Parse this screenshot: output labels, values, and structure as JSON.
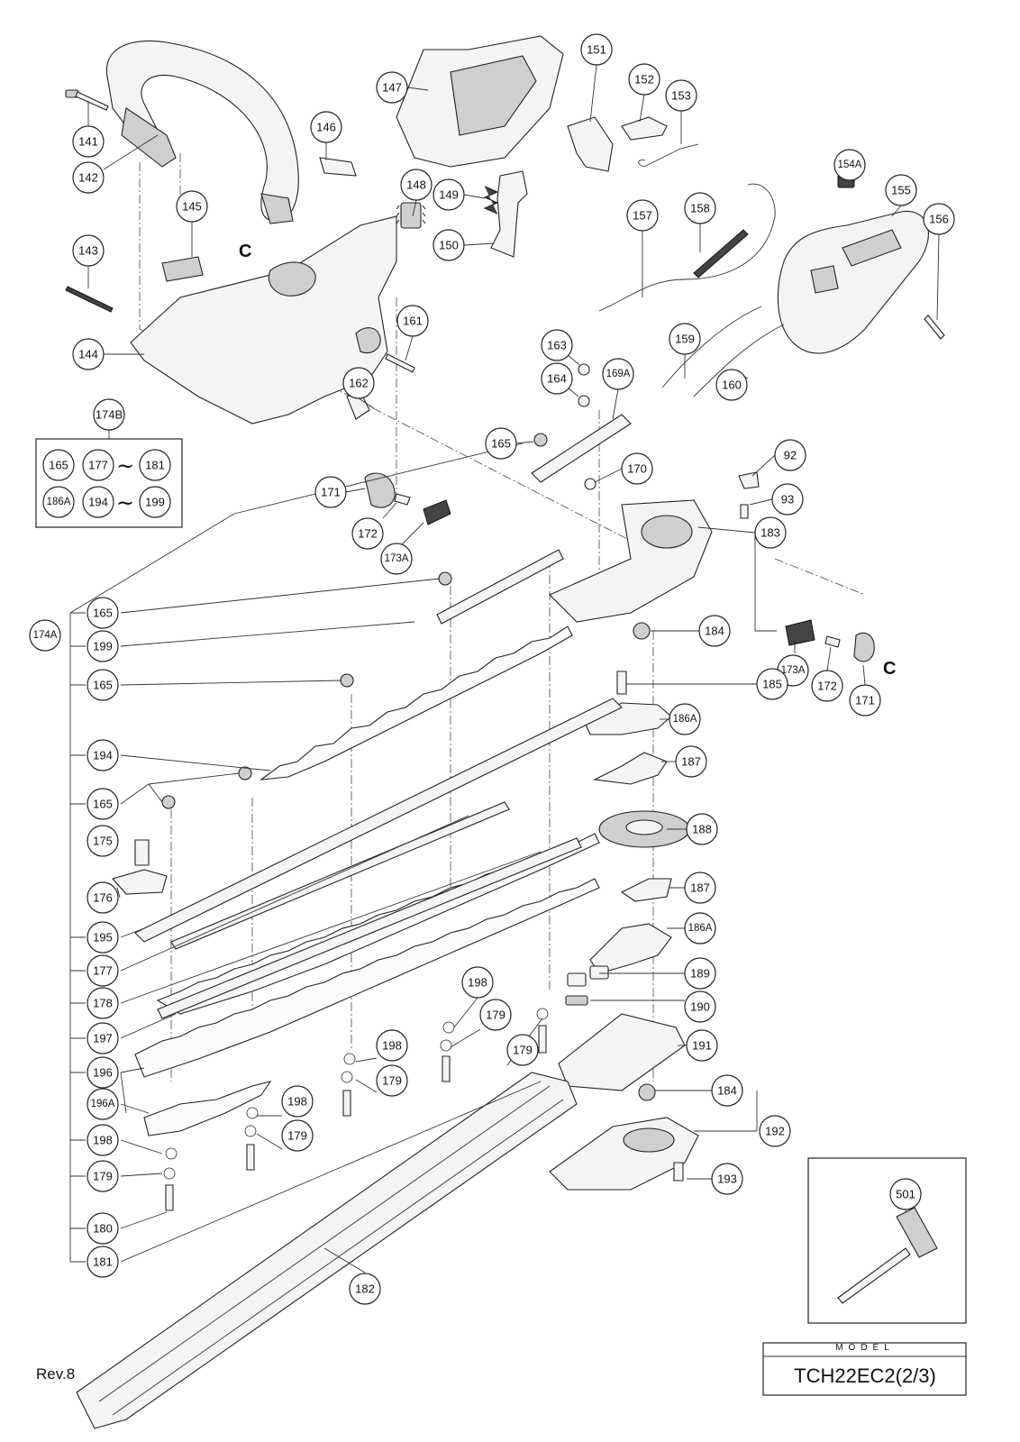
{
  "revision": "Rev.8",
  "model": {
    "label": "MODEL",
    "value": "TCH22EC2(2/3)"
  },
  "markers": {
    "c_top": "C",
    "c_right": "C"
  },
  "kit_174B": {
    "label": "174B",
    "tilde": "~",
    "row1": [
      "165",
      "177",
      "181"
    ],
    "row2": [
      "186A",
      "194",
      "199"
    ]
  },
  "callouts": {
    "p141": "141",
    "p142": "142",
    "p143": "143",
    "p144": "144",
    "p145": "145",
    "p146": "146",
    "p147": "147",
    "p148": "148",
    "p149": "149",
    "p150": "150",
    "p151": "151",
    "p152": "152",
    "p153": "153",
    "p154A": "154A",
    "p155": "155",
    "p156": "156",
    "p157": "157",
    "p158": "158",
    "p159": "159",
    "p160": "160",
    "p161": "161",
    "p162": "162",
    "p163": "163",
    "p164": "164",
    "p165a": "165",
    "p169A": "169A",
    "p170": "170",
    "p92": "92",
    "p93": "93",
    "p171a": "171",
    "p172a": "172",
    "p173Aa": "173A",
    "p183": "183",
    "p184a": "184",
    "p173Ab": "173A",
    "p172b": "172",
    "p171b": "171",
    "p174A": "174A",
    "p165b": "165",
    "p199": "199",
    "p165c": "165",
    "p185": "185",
    "p186Aa": "186A",
    "p194": "194",
    "p187a": "187",
    "p165d": "165",
    "p188": "188",
    "p175": "175",
    "p176": "176",
    "p187b": "187",
    "p195": "195",
    "p186Ab": "186A",
    "p177": "177",
    "p178": "178",
    "p189": "189",
    "p198a": "198",
    "p190": "190",
    "p197": "197",
    "p179a": "179",
    "p179b": "179",
    "p198b": "198",
    "p191": "191",
    "p196": "196",
    "p179c": "179",
    "p196A": "196A",
    "p198c": "198",
    "p184b": "184",
    "p179d": "179",
    "p192": "192",
    "p198d": "198",
    "p179e": "179",
    "p193": "193",
    "p501": "501",
    "p180": "180",
    "p181": "181",
    "p182": "182"
  }
}
